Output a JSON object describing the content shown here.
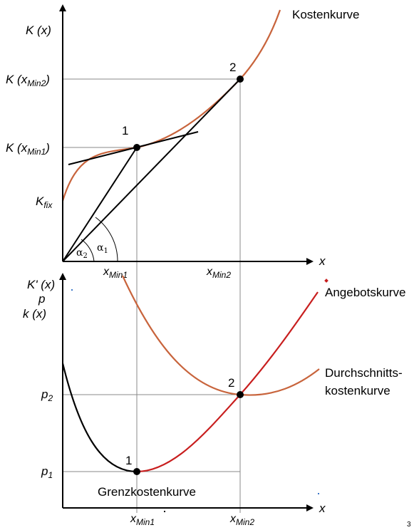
{
  "top_graph": {
    "y_axis_label": "K (x)",
    "x_axis_label": "x",
    "y_ticks": {
      "k_min2": {
        "base": "K (x",
        "sub": "Min2",
        "close": ")"
      },
      "k_min1": {
        "base": "K (x",
        "sub": "Min1",
        "close": ")"
      },
      "k_fix": {
        "base": "K",
        "sub": "fix"
      }
    },
    "x_ticks": {
      "x_min1": {
        "base": "x",
        "sub": "Min1"
      },
      "x_min2": {
        "base": "x",
        "sub": "Min2"
      }
    },
    "curve_label": "Kostenkurve",
    "points": {
      "p1": "1",
      "p2": "2"
    },
    "angles": {
      "alpha1": {
        "base": "α",
        "sub": "1"
      },
      "alpha2": {
        "base": "α",
        "sub": "2"
      }
    }
  },
  "bottom_graph": {
    "y_axis_label_lines": [
      "K' (x)",
      "p",
      "k (x)"
    ],
    "x_axis_label": "x",
    "y_ticks": {
      "p2": {
        "base": "p",
        "sub": "2"
      },
      "p1": {
        "base": "p",
        "sub": "1"
      }
    },
    "x_ticks": {
      "x_min1": {
        "base": "x",
        "sub": "Min1"
      },
      "x_min2": {
        "base": "x",
        "sub": "Min2"
      }
    },
    "curve_labels": {
      "supply": "Angebotskurve",
      "average_line1": "Durchschnitts-",
      "average_line2": "kostenkurve",
      "marginal": "Grenzkostenkurve"
    },
    "points": {
      "p1": "1",
      "p2": "2"
    }
  },
  "page_number": "3",
  "colors": {
    "axis": "#000000",
    "cost_curve": "#c8643c",
    "supply_curve": "#c81e1e",
    "guide_lines": "#888888",
    "marginal_curve": "#000000"
  }
}
